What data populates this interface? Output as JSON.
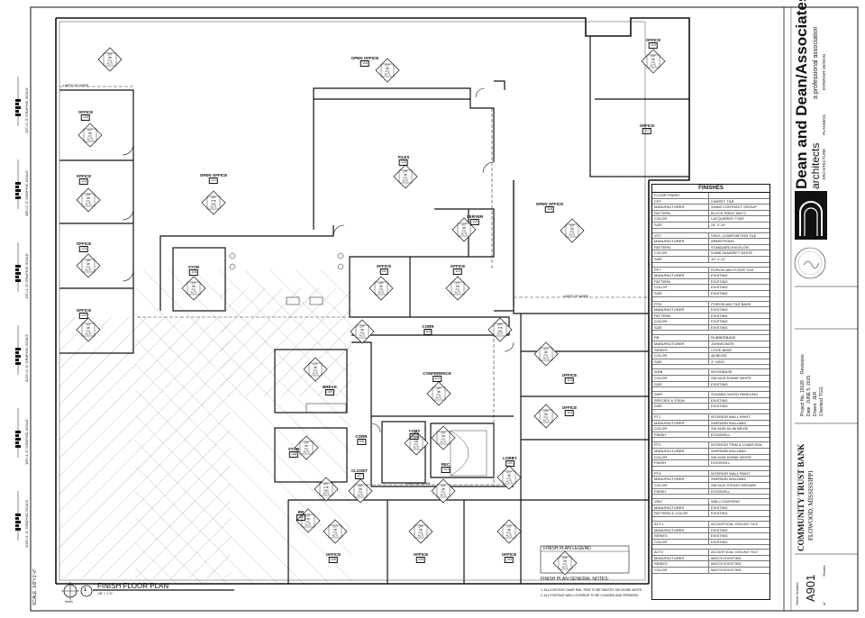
{
  "firm": {
    "name": "Dean and Dean/Associates",
    "sub": "a professional association",
    "disciplines": [
      "ARCHITECTURE",
      "PLANNING",
      "INTERIOR DESIGN"
    ],
    "logo_word": "architects"
  },
  "project": {
    "client": "COMMUNITY TRUST BANK",
    "location": "FLOWOOD, MISSISSIPPI",
    "number_label": "Project No.",
    "number": "15028",
    "date_label": "Date",
    "date": "JUNE 5, 2015",
    "drawn_label": "Drawn",
    "drawn": "JER",
    "checked_label": "Checked",
    "checked": "TGG",
    "revisions_label": "Revisions",
    "sheet_label": "Sheet Number",
    "sheet": "A901",
    "of_label": "of",
    "sheets_label": "Sheets"
  },
  "drawing": {
    "num": "1",
    "title": "FINISH FLOOR PLAN",
    "scale": "1/8\" = 1'-0\"",
    "north": "North",
    "limits_label": "LIMITS OF WORK"
  },
  "scale_strip": {
    "label": "SCALE: 1/8\"=1'-0\"",
    "bars": [
      "1/16\"=1'-0\" GRAPHIC SCALE",
      "1/8\"=1'-0\" GRAPHIC SCALE",
      "3/16\"=1'-0\" GRAPHIC SCALE",
      "1/4\"=1'-0\" GRAPHIC SCALE",
      "3/8\"=1'-0\" GRAPHIC SCALE",
      "1/2\"=1'-0\" GRAPHIC SCALE"
    ]
  },
  "rooms": [
    {
      "name": "OPEN OFFICE",
      "no": "116"
    },
    {
      "name": "OFFICE",
      "no": "125"
    },
    {
      "name": "OFFICE",
      "no": "124"
    },
    {
      "name": "OPEN OFFICE",
      "no": "121"
    },
    {
      "name": "OFFICE",
      "no": "123"
    },
    {
      "name": "OFFICE",
      "no": "122"
    },
    {
      "name": "FILES",
      "no": "120"
    },
    {
      "name": "OFFICE",
      "no": "115"
    },
    {
      "name": "OFFICE",
      "no": "117"
    },
    {
      "name": "SERVER",
      "no": "119"
    },
    {
      "name": "OPEN OFFICE",
      "no": "118"
    },
    {
      "name": "STOR",
      "no": "110"
    },
    {
      "name": "OFFICE",
      "no": "111"
    },
    {
      "name": "OFFICE",
      "no": "112"
    },
    {
      "name": "CORR",
      "no": "110"
    },
    {
      "name": "CONFERENCE",
      "no": "113"
    },
    {
      "name": "OFFICE",
      "no": "114"
    },
    {
      "name": "OFFICE",
      "no": "114"
    },
    {
      "name": "BREAK",
      "no": "109"
    },
    {
      "name": "CORR",
      "no": "105"
    },
    {
      "name": "COPY",
      "no": "102"
    },
    {
      "name": "LOBBY",
      "no": "100"
    },
    {
      "name": "STOR",
      "no": "108"
    },
    {
      "name": "REC.",
      "no": "101"
    },
    {
      "name": "CLOSET",
      "no": "107"
    },
    {
      "name": "RR",
      "no": "109"
    },
    {
      "name": "OFFICE",
      "no": "106"
    },
    {
      "name": "OFFICE",
      "no": "105"
    },
    {
      "name": "OFFICE",
      "no": "103"
    }
  ],
  "finishes": {
    "title": "FINISHES",
    "groups": [
      {
        "rows": [
          [
            "FLOOR FINISH",
            ""
          ],
          [
            "CPT",
            "CARPET TILE"
          ],
          [
            "MANUFACTURER",
            "SHAW CONTRACT GROUP"
          ],
          [
            "PATTERN",
            "BLOCK PRINT 59572"
          ],
          [
            "COLOR",
            "LACQUERED 77597"
          ],
          [
            "SIZE",
            "24\" X 24\""
          ]
        ]
      },
      {
        "rows": [
          [
            "VCT",
            "VINYL COMPOSITION TILE"
          ],
          [
            "MANUFACTURER",
            "ARMSTRONG"
          ],
          [
            "PATTERN",
            "STANDARD EXCELON"
          ],
          [
            "COLOR",
            "51858 SANDRIFT WHITE"
          ],
          [
            "SIZE",
            "12\" X 12\""
          ]
        ]
      },
      {
        "rows": [
          [
            "PFT",
            "PORCELAIN FLOOR TILE"
          ],
          [
            "MANUFACTURER",
            "EXISTING"
          ],
          [
            "PATTERN",
            "EXISTING"
          ],
          [
            "COLOR",
            "EXISTING"
          ],
          [
            "SIZE",
            "EXISTING"
          ]
        ]
      },
      {
        "rows": [
          [
            "PTB",
            "PORCELAIN TILE BASE"
          ],
          [
            "MANUFACTURER",
            "EXISTING"
          ],
          [
            "PATTERN",
            "EXISTING"
          ],
          [
            "COLOR",
            "EXISTING"
          ],
          [
            "SIZE",
            "EXISTING"
          ]
        ]
      },
      {
        "rows": [
          [
            "RB",
            "RUBBERBASE"
          ],
          [
            "MANUFACTURER",
            "JOHNSONITE"
          ],
          [
            "SERIES",
            "COVE BASE"
          ],
          [
            "COLOR",
            "48 BEIGE"
          ],
          [
            "SIZE",
            "4\" HIGH"
          ]
        ]
      },
      {
        "rows": [
          [
            "WDB",
            "WOODBASE"
          ],
          [
            "COLOR",
            "SW 6015 DIVINE WHITE"
          ],
          [
            "SIZE",
            "EXISTING"
          ]
        ]
      },
      {
        "rows": [
          [
            "SWP",
            "STAINED WOOD PANELING"
          ],
          [
            "SPECIES & STAIN",
            "EXISTING"
          ],
          [
            "SIZE",
            "EXISTING"
          ]
        ]
      },
      {
        "rows": [
          [
            "PT1",
            "INTERIOR WALL PAINT"
          ],
          [
            "MANUFACTURER",
            "SHERWIN WILLIAMS"
          ],
          [
            "COLOR",
            "SW 6106 KILIM BEIGE"
          ],
          [
            "FINISH",
            "EGGSHELL"
          ]
        ]
      },
      {
        "rows": [
          [
            "PT2",
            "INTERIOR TRIM & CHAIR RAIL PAINT"
          ],
          [
            "MANUFACTURER",
            "SHERWIN WILLIAMS"
          ],
          [
            "COLOR",
            "SW 6105 DIVINE WHITE"
          ],
          [
            "FINISH",
            "EGGSHELL"
          ]
        ]
      },
      {
        "rows": [
          [
            "PT3",
            "INTERIOR WALL PAINT"
          ],
          [
            "MANUFACTURER",
            "SHERWIN WILLIAMS"
          ],
          [
            "COLOR",
            "SW 6110 STEADY BROWN"
          ],
          [
            "FINISH",
            "EGGSHELL"
          ]
        ]
      },
      {
        "rows": [
          [
            "VWC",
            "WALLCOVERING"
          ],
          [
            "MANUFACTURER",
            "EXISTING"
          ],
          [
            "PATTERN & COLOR",
            "EXISTING"
          ]
        ]
      },
      {
        "rows": [
          [
            "ACT1",
            "ACOUSTICAL CEILING TILE"
          ],
          [
            "MANUFACTURER",
            "EXISTING"
          ],
          [
            "SERIES",
            "EXISTING"
          ],
          [
            "COLOR",
            "EXISTING"
          ]
        ]
      },
      {
        "rows": [
          [
            "ACT2",
            "ACOUSTICAL CEILING TILE"
          ],
          [
            "MANUFACTURER",
            "MATCH EXISTING"
          ],
          [
            "SERIES",
            "MATCH EXISTING"
          ],
          [
            "COLOR",
            "MATCH EXISTING"
          ]
        ]
      }
    ]
  },
  "legend": {
    "title": "FINISH PLAN LEGEND",
    "notes_title": "FINISH PLAN GENERAL NOTES:",
    "notes": [
      "1.  ALL EXISTING CHAIR RAIL TRIM TO BE PAINTED SW DIVINE WHITE.",
      "2.  ALL EXISTING WALLCOVERING TO BE CLEANED AND REPAIRED."
    ]
  },
  "tags": [
    [
      "CPT",
      "RB",
      "PT1",
      "ACT1"
    ],
    [
      "VCT",
      "RB",
      "PT1",
      "ACT1"
    ],
    [
      "PFT",
      "PTB",
      "VWC",
      "ACT2"
    ]
  ]
}
